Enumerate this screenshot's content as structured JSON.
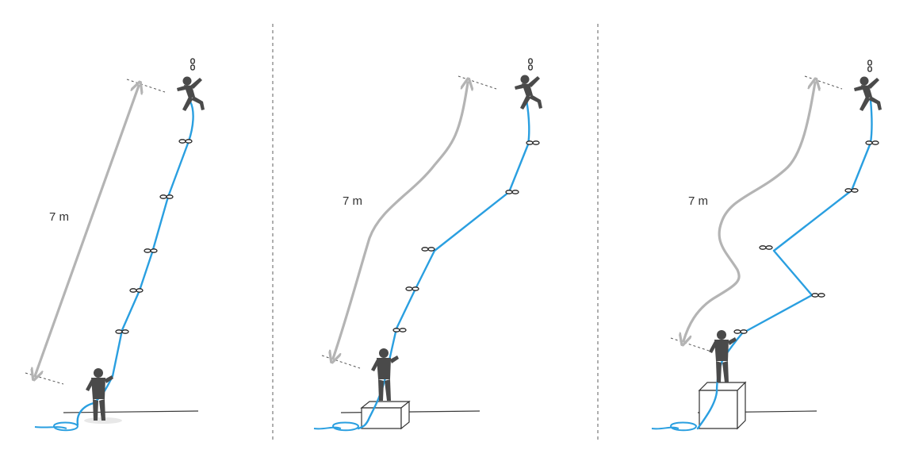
{
  "panels": [
    {
      "id": "panel-ground",
      "distance_label": "7 m"
    },
    {
      "id": "panel-small-box",
      "distance_label": "7 m"
    },
    {
      "id": "panel-tall-box",
      "distance_label": "7 m"
    }
  ],
  "colors": {
    "rope": "#2a9fe0",
    "distance_arrow": "#b4b4b4",
    "figure": "#4a4a4a",
    "divider": "#7a7a7a"
  }
}
